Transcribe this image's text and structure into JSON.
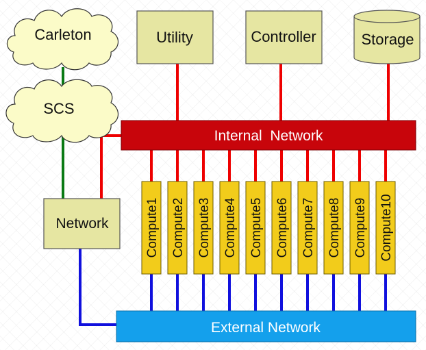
{
  "clouds": {
    "carleton": "Carleton",
    "scs": "SCS"
  },
  "boxes": {
    "utility": "Utility",
    "controller": "Controller",
    "storage": "Storage",
    "network": "Network"
  },
  "buses": {
    "internal": "Internal  Network",
    "external": "External Network"
  },
  "compute_nodes": [
    "Compute1",
    "Compute2",
    "Compute3",
    "Compute4",
    "Compute5",
    "Compute6",
    "Compute7",
    "Compute8",
    "Compute9",
    "Compute10"
  ],
  "colors": {
    "box_fill": "#e6e6a2",
    "compute_fill": "#f2cc1b",
    "cloud_fill": "#fbfbc8",
    "internal_bus": "#c8050b",
    "external_bus": "#14a0ec",
    "red_link": "#ee0000",
    "blue_link": "#1010dd",
    "green_link": "#0a7a14"
  }
}
